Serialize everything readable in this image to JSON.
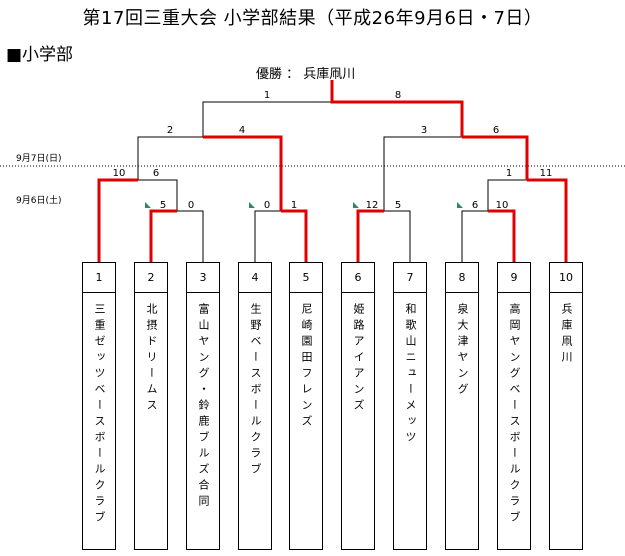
{
  "title": "第17回三重大会 小学部結果（平成26年9月6日・7日）",
  "section_label": "■小学部",
  "winner_label": "優勝 ：",
  "winner_name": "兵庫凧川",
  "dates": {
    "day2": "9月7日(日)",
    "day1": "9月6日(土)"
  },
  "colors": {
    "winner_path": "#e00000",
    "line": "#000000",
    "flag": "#2e8b57"
  },
  "teams": [
    {
      "num": "1",
      "name": "三重ゼッツベースボールクラブ"
    },
    {
      "num": "2",
      "name": "北摂ドリームス"
    },
    {
      "num": "3",
      "name": "富山ヤング・鈴鹿ブルズ合同"
    },
    {
      "num": "4",
      "name": "生野ベースボールクラブ"
    },
    {
      "num": "5",
      "name": "尼崎園田フレンズ"
    },
    {
      "num": "6",
      "name": "姫路アイアンズ"
    },
    {
      "num": "7",
      "name": "和歌山ニューメッツ"
    },
    {
      "num": "8",
      "name": "泉大津ヤング"
    },
    {
      "num": "9",
      "name": "高岡ヤングベースボールクラブ"
    },
    {
      "num": "10",
      "name": "兵庫凧川"
    }
  ],
  "scores": {
    "final_left": "1",
    "final_right": "8",
    "semi1_left": "2",
    "semi1_right": "4",
    "semi2_left": "3",
    "semi2_right": "6",
    "qf1_left": "10",
    "qf1_right": "6",
    "qf2_left": "1",
    "qf2_right": "11",
    "r1a_left": "5",
    "r1a_right": "0",
    "r1b_left": "0",
    "r1b_right": "1",
    "r1c_left": "12",
    "r1c_right": "5",
    "r1d_left": "6",
    "r1d_right": "10"
  }
}
